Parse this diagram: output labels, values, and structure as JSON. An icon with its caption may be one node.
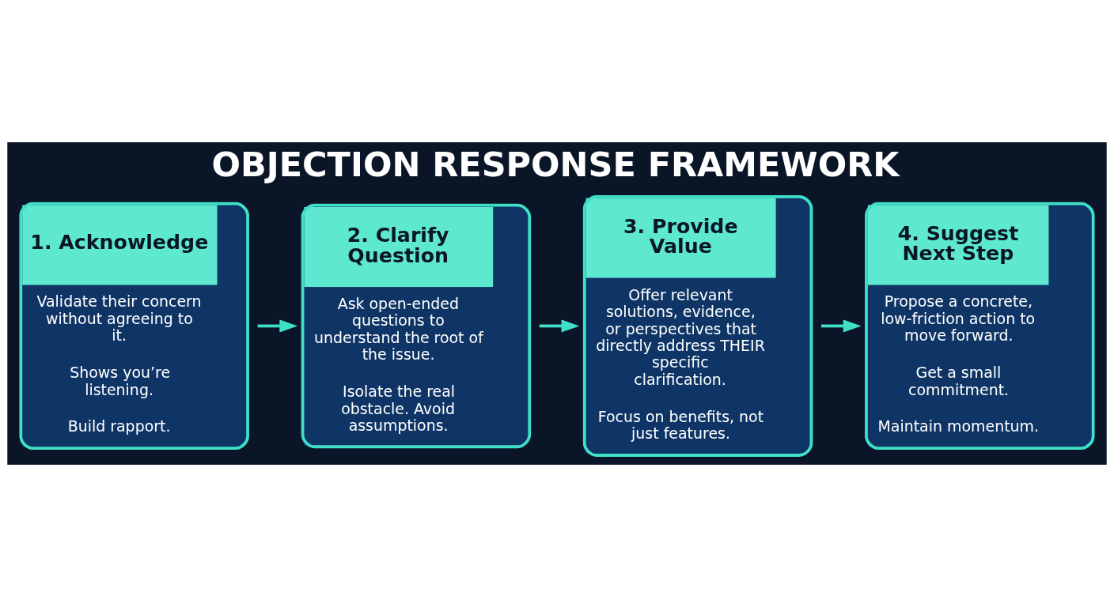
{
  "diagram": {
    "title": "OBJECTION RESPONSE FRAMEWORK",
    "nodes": [
      {
        "text": [
          "1. Acknowledge",
          "Validate their concern without agreeing to it.",
          "Shows you’re listening.",
          "Build rapport."
        ]
      },
      {
        "text": [
          "2. Clarify Question",
          "Ask open-ended questions to understand the root of the issue.",
          "Isolate the real obstacle. Avoid assumptions."
        ]
      },
      {
        "text": [
          "3. Provide Value",
          "Offer relevant solutions, evidence, or perspectives that directly address THEIR specific clarification.",
          "Focus on benefits, not just features."
        ]
      },
      {
        "text": [
          "4. Suggest Next Step",
          "Propose a concrete, low-friction action to move forward.",
          "Get a small commitment.",
          "Maintain momentum."
        ]
      }
    ],
    "edges": [
      {
        "from": 0,
        "to": 1,
        "arrow": "to"
      },
      {
        "from": 1,
        "to": 2,
        "arrow": "to"
      },
      {
        "from": 2,
        "to": 3,
        "arrow": "to"
      }
    ]
  }
}
